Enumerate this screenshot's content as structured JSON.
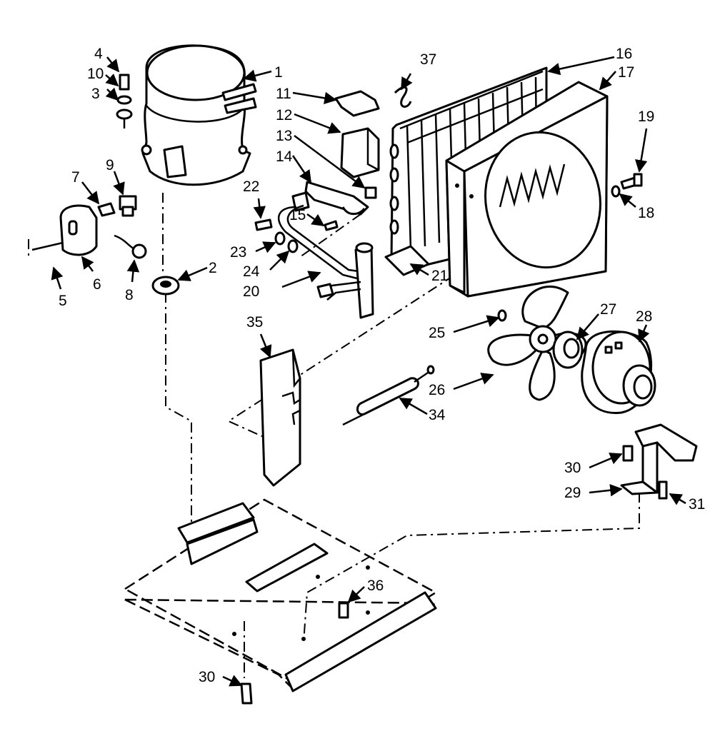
{
  "callouts": [
    "1",
    "2",
    "3",
    "4",
    "5",
    "6",
    "7",
    "8",
    "9",
    "10",
    "11",
    "12",
    "13",
    "14",
    "15",
    "16",
    "17",
    "18",
    "19",
    "20",
    "21",
    "22",
    "23",
    "24",
    "25",
    "26",
    "27",
    "28",
    "29",
    "30",
    "31",
    "34",
    "35",
    "36",
    "37",
    "30"
  ]
}
